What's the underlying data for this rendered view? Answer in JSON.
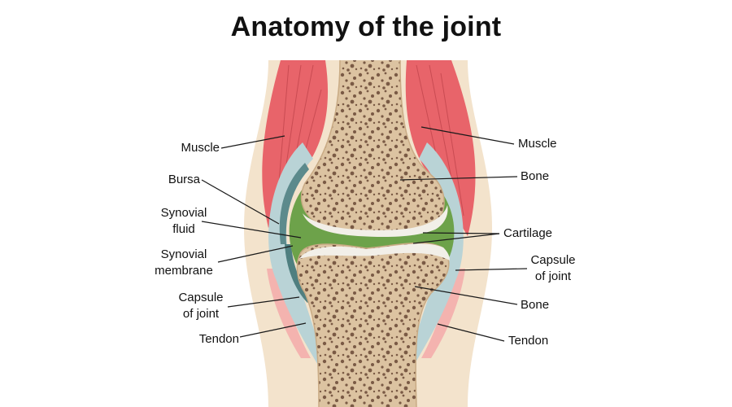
{
  "title": "Anatomy of the joint",
  "labels": {
    "left": {
      "muscle": "Muscle",
      "bursa": "Bursa",
      "synovial_fluid_1": "Synovial",
      "synovial_fluid_2": "fluid",
      "synovial_membrane_1": "Synovial",
      "synovial_membrane_2": "membrane",
      "capsule_1": "Capsule",
      "capsule_2": "of joint",
      "tendon": "Tendon"
    },
    "right": {
      "muscle": "Muscle",
      "bone_upper": "Bone",
      "cartilage": "Cartilage",
      "capsule_1": "Capsule",
      "capsule_2": "of joint",
      "bone_lower": "Bone",
      "tendon": "Tendon"
    }
  },
  "colors": {
    "skin": "#f3e3cc",
    "muscle": "#e8646a",
    "muscle_stripe": "#c94b52",
    "capsule": "#b9d3d6",
    "bursa": "#5c8a8c",
    "synovial_fluid": "#6da24a",
    "bone": "#dcc3a1",
    "bone_pore": "#7a5a45",
    "cartilage": "#f2efe8"
  }
}
